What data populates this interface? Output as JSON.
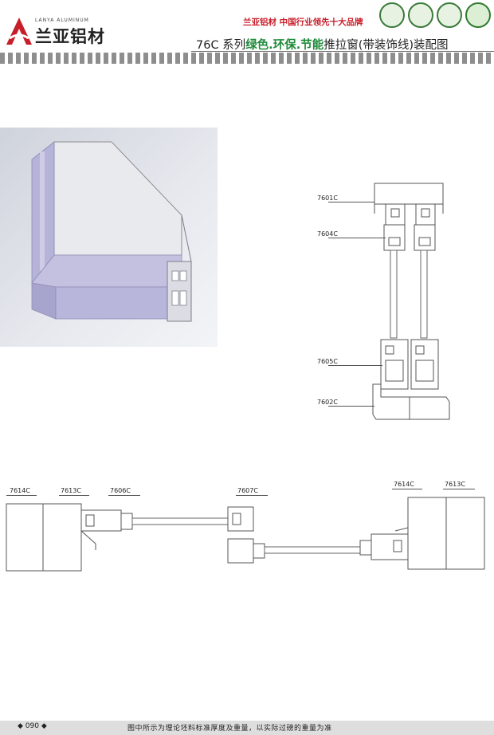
{
  "header": {
    "brand_en": "LANYA ALUMINUM",
    "brand_cn": "兰亚铝材",
    "slogan": "兰亚铝材  中国行业领先十大品牌",
    "title_prefix": "76C 系列",
    "title_green": "绿色.环保.节能",
    "title_suffix": "推拉窗(带装饰线)装配图"
  },
  "labels": {
    "l7601": "7601C",
    "l7604": "7604C",
    "l7605": "7605C",
    "l7602": "7602C",
    "b7614a": "7614C",
    "b7613a": "7613C",
    "b7606": "7606C",
    "b7607": "7607C",
    "b7614b": "7614C",
    "b7613b": "7613C"
  },
  "footer": {
    "page": "◆ 090 ◆",
    "note": "图中所示为理论坯料标准厚度及重量，以实际过磅的重量为准"
  },
  "colors": {
    "accent_red": "#c81e2a",
    "accent_green": "#1f8a3a",
    "profile_purple": "#b6b3d8"
  }
}
